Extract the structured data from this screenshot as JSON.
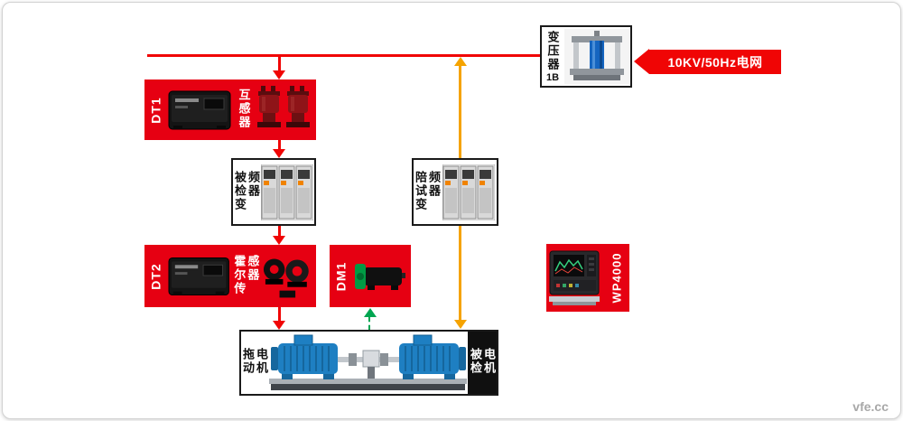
{
  "watermark": "vfe.cc",
  "colors": {
    "red": "#e60012",
    "line_red": "#f00505",
    "yellow": "#f5a300",
    "green": "#00a651"
  },
  "grid": {
    "label": "10KV/50Hz电网"
  },
  "transformer": {
    "name": "变压器",
    "code": "1B"
  },
  "dt1": {
    "label": "DT1",
    "sub": "互感器"
  },
  "tested_inverter": {
    "label": "被检变频器"
  },
  "companion_inverter": {
    "label": "陪试变频器"
  },
  "dt2": {
    "label": "DT2",
    "sub": "霍尔传感器"
  },
  "dm1": {
    "label": "DM1"
  },
  "wp4000": {
    "label": "WP4000"
  },
  "motor_rig": {
    "left_label": "拖动电机",
    "right_label": "被检电机"
  }
}
